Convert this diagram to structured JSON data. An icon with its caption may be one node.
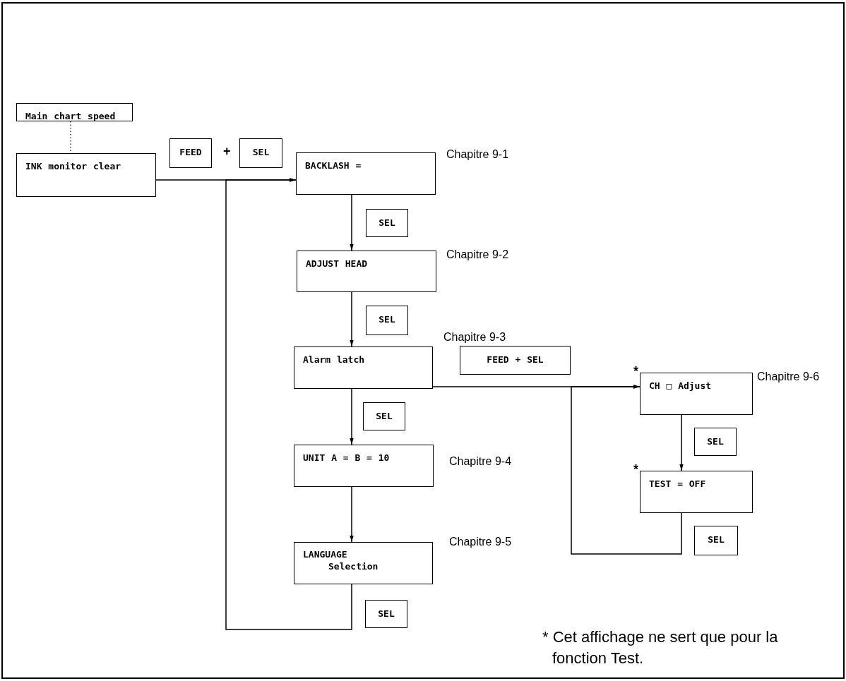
{
  "diagram": {
    "nodes": [
      {
        "text": [
          "Main chart speed"
        ]
      },
      {
        "text": [
          "INK monitor clear"
        ]
      },
      {
        "text": [
          "FEED"
        ]
      },
      {
        "text": [
          "SEL"
        ]
      },
      {
        "text": [
          "BACKLASH ="
        ],
        "beside": [
          "Chapitre 9-1"
        ]
      },
      {
        "text": [
          "SEL"
        ]
      },
      {
        "text": [
          "ADJUST HEAD"
        ],
        "beside": [
          "Chapitre 9-2"
        ]
      },
      {
        "text": [
          "SEL"
        ]
      },
      {
        "text": [
          "Alarm latch"
        ]
      },
      {
        "text": [
          "FEED + SEL"
        ]
      },
      {
        "text": [
          "CH □ Adjust"
        ],
        "beside": [
          "*",
          "Chapitre 9-6"
        ]
      },
      {
        "text": [
          "SEL"
        ]
      },
      {
        "text": [
          "UNIT A = B = 10"
        ],
        "beside": [
          "Chapitre 9-4"
        ]
      },
      {
        "text": [
          "TEST = OFF"
        ],
        "beside": [
          "*"
        ]
      },
      {
        "text": [
          "SEL"
        ]
      },
      {
        "text": [
          "LANGUAGE Selection"
        ],
        "beside": [
          "Chapitre 9-5"
        ]
      },
      {
        "text": [
          "SEL"
        ]
      },
      {
        "text": [
          "SEL"
        ]
      }
    ],
    "edges": [
      {
        "from": 0,
        "to": 1,
        "arrow": "none",
        "style": "dashed"
      },
      {
        "from": 1,
        "to": 4,
        "arrow": "to"
      },
      {
        "from": 4,
        "to": 6,
        "arrow": "to"
      },
      {
        "from": 6,
        "to": 8,
        "arrow": "to"
      },
      {
        "from": 8,
        "to": 12,
        "arrow": "to"
      },
      {
        "from": 12,
        "to": 15,
        "arrow": "to"
      },
      {
        "from": 15,
        "to": 4,
        "arrow": "to"
      },
      {
        "from": 8,
        "to": 10,
        "arrow": "to"
      },
      {
        "from": 10,
        "to": 13,
        "arrow": "to"
      },
      {
        "from": 13,
        "to": 10,
        "arrow": "to"
      }
    ],
    "labels": [
      "+",
      "Chapitre 9-3",
      "* Cet affichage ne sert que pour la fonction Test."
    ]
  }
}
